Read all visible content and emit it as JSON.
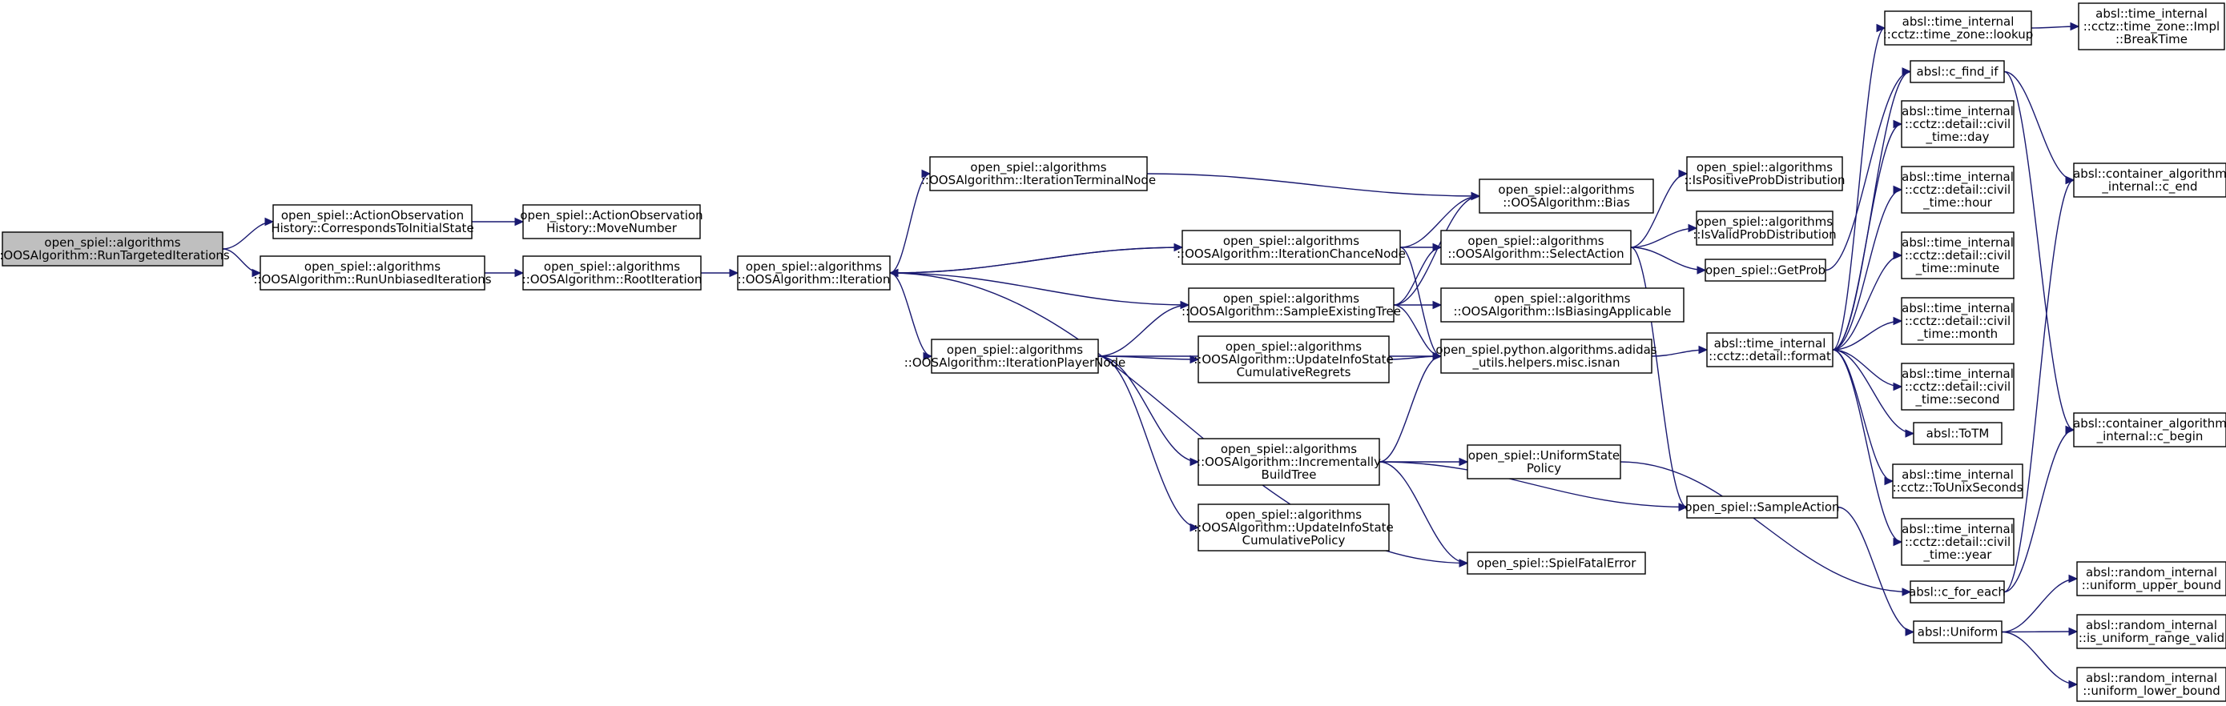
{
  "colors": {
    "edge": "#191970",
    "root_fill": "#bfbfbf",
    "node_fill": "#ffffff",
    "border": "#000000"
  },
  "nodes": [
    {
      "id": "root",
      "lines": [
        "open_spiel::algorithms",
        "::OOSAlgorithm::RunTargetedIterations"
      ],
      "root": true
    },
    {
      "id": "corresp",
      "lines": [
        "open_spiel::ActionObservation",
        "History::CorrespondsToInitialState"
      ]
    },
    {
      "id": "movenum",
      "lines": [
        "open_spiel::ActionObservation",
        "History::MoveNumber"
      ]
    },
    {
      "id": "unbiased",
      "lines": [
        "open_spiel::algorithms",
        "::OOSAlgorithm::RunUnbiasedIterations"
      ]
    },
    {
      "id": "rootiter",
      "lines": [
        "open_spiel::algorithms",
        "::OOSAlgorithm::RootIteration"
      ]
    },
    {
      "id": "iteration",
      "lines": [
        "open_spiel::algorithms",
        "::OOSAlgorithm::Iteration"
      ]
    },
    {
      "id": "terminal",
      "lines": [
        "open_spiel::algorithms",
        "::OOSAlgorithm::IterationTerminalNode"
      ]
    },
    {
      "id": "chance",
      "lines": [
        "open_spiel::algorithms",
        "::OOSAlgorithm::IterationChanceNode"
      ]
    },
    {
      "id": "sampleexist",
      "lines": [
        "open_spiel::algorithms",
        "::OOSAlgorithm::SampleExistingTree"
      ]
    },
    {
      "id": "player",
      "lines": [
        "open_spiel::algorithms",
        "::OOSAlgorithm::IterationPlayerNode"
      ]
    },
    {
      "id": "updregrets",
      "lines": [
        "open_spiel::algorithms",
        "::OOSAlgorithm::UpdateInfoState",
        "CumulativeRegrets"
      ]
    },
    {
      "id": "incbuild",
      "lines": [
        "open_spiel::algorithms",
        "::OOSAlgorithm::Incrementally",
        "BuildTree"
      ]
    },
    {
      "id": "updpolicy",
      "lines": [
        "open_spiel::algorithms",
        "::OOSAlgorithm::UpdateInfoState",
        "CumulativePolicy"
      ]
    },
    {
      "id": "bias",
      "lines": [
        "open_spiel::algorithms",
        "::OOSAlgorithm::Bias"
      ]
    },
    {
      "id": "selectaction",
      "lines": [
        "open_spiel::algorithms",
        "::OOSAlgorithm::SelectAction"
      ]
    },
    {
      "id": "isbiasing",
      "lines": [
        "open_spiel::algorithms",
        "::OOSAlgorithm::IsBiasingApplicable"
      ]
    },
    {
      "id": "isnan",
      "lines": [
        "open_spiel.python.algorithms.adidas",
        "_utils.helpers.misc.isnan"
      ]
    },
    {
      "id": "uniformpolicy",
      "lines": [
        "open_spiel::UniformState",
        "Policy"
      ]
    },
    {
      "id": "fatal",
      "lines": [
        "open_spiel::SpielFatalError"
      ]
    },
    {
      "id": "ispositive",
      "lines": [
        "open_spiel::algorithms",
        "::IsPositiveProbDistribution"
      ]
    },
    {
      "id": "isvalid",
      "lines": [
        "open_spiel::algorithms",
        "::IsValidProbDistribution"
      ]
    },
    {
      "id": "getprob",
      "lines": [
        "open_spiel::GetProb"
      ]
    },
    {
      "id": "sampleaction",
      "lines": [
        "open_spiel::SampleAction"
      ]
    },
    {
      "id": "format",
      "lines": [
        "absl::time_internal",
        "::cctz::detail::format"
      ]
    },
    {
      "id": "lookup",
      "lines": [
        "absl::time_internal",
        "::cctz::time_zone::lookup"
      ]
    },
    {
      "id": "breaktime",
      "lines": [
        "absl::time_internal",
        "::cctz::time_zone::Impl",
        "::BreakTime"
      ]
    },
    {
      "id": "cfindif",
      "lines": [
        "absl::c_find_if"
      ]
    },
    {
      "id": "day",
      "lines": [
        "absl::time_internal",
        "::cctz::detail::civil",
        "_time::day"
      ]
    },
    {
      "id": "hour",
      "lines": [
        "absl::time_internal",
        "::cctz::detail::civil",
        "_time::hour"
      ]
    },
    {
      "id": "minute",
      "lines": [
        "absl::time_internal",
        "::cctz::detail::civil",
        "_time::minute"
      ]
    },
    {
      "id": "month",
      "lines": [
        "absl::time_internal",
        "::cctz::detail::civil",
        "_time::month"
      ]
    },
    {
      "id": "second",
      "lines": [
        "absl::time_internal",
        "::cctz::detail::civil",
        "_time::second"
      ]
    },
    {
      "id": "totm",
      "lines": [
        "absl::ToTM"
      ]
    },
    {
      "id": "tounix",
      "lines": [
        "absl::time_internal",
        "::cctz::ToUnixSeconds"
      ]
    },
    {
      "id": "year",
      "lines": [
        "absl::time_internal",
        "::cctz::detail::civil",
        "_time::year"
      ]
    },
    {
      "id": "cforeach",
      "lines": [
        "absl::c_for_each"
      ]
    },
    {
      "id": "uniform",
      "lines": [
        "absl::Uniform"
      ]
    },
    {
      "id": "cend",
      "lines": [
        "absl::container_algorithm",
        "_internal::c_end"
      ]
    },
    {
      "id": "cbegin",
      "lines": [
        "absl::container_algorithm",
        "_internal::c_begin"
      ]
    },
    {
      "id": "upperbound",
      "lines": [
        "absl::random_internal",
        "::uniform_upper_bound"
      ]
    },
    {
      "id": "rangevalid",
      "lines": [
        "absl::random_internal",
        "::is_uniform_range_valid"
      ]
    },
    {
      "id": "lowerbound",
      "lines": [
        "absl::random_internal",
        "::uniform_lower_bound"
      ]
    }
  ],
  "edges": [
    [
      "root",
      "corresp"
    ],
    [
      "root",
      "unbiased"
    ],
    [
      "corresp",
      "movenum"
    ],
    [
      "unbiased",
      "rootiter"
    ],
    [
      "rootiter",
      "iteration"
    ],
    [
      "iteration",
      "terminal"
    ],
    [
      "iteration",
      "chance"
    ],
    [
      "iteration",
      "player"
    ],
    [
      "iteration",
      "fatal"
    ],
    [
      "terminal",
      "bias"
    ],
    [
      "chance",
      "iteration"
    ],
    [
      "chance",
      "bias"
    ],
    [
      "chance",
      "selectaction"
    ],
    [
      "chance",
      "isnan"
    ],
    [
      "sampleexist",
      "iteration"
    ],
    [
      "sampleexist",
      "bias"
    ],
    [
      "sampleexist",
      "selectaction"
    ],
    [
      "sampleexist",
      "isbiasing"
    ],
    [
      "sampleexist",
      "isnan"
    ],
    [
      "player",
      "sampleexist"
    ],
    [
      "player",
      "updregrets"
    ],
    [
      "player",
      "incbuild"
    ],
    [
      "player",
      "updpolicy"
    ],
    [
      "player",
      "isnan"
    ],
    [
      "updregrets",
      "isnan"
    ],
    [
      "incbuild",
      "isnan"
    ],
    [
      "incbuild",
      "uniformpolicy"
    ],
    [
      "incbuild",
      "sampleaction"
    ],
    [
      "incbuild",
      "fatal"
    ],
    [
      "uniformpolicy",
      "cforeach"
    ],
    [
      "selectaction",
      "ispositive"
    ],
    [
      "selectaction",
      "isvalid"
    ],
    [
      "selectaction",
      "getprob"
    ],
    [
      "selectaction",
      "sampleaction"
    ],
    [
      "isnan",
      "format"
    ],
    [
      "getprob",
      "cfindif"
    ],
    [
      "sampleaction",
      "uniform"
    ],
    [
      "format",
      "lookup"
    ],
    [
      "format",
      "day"
    ],
    [
      "format",
      "hour"
    ],
    [
      "format",
      "minute"
    ],
    [
      "format",
      "month"
    ],
    [
      "format",
      "second"
    ],
    [
      "format",
      "totm"
    ],
    [
      "format",
      "tounix"
    ],
    [
      "format",
      "year"
    ],
    [
      "format",
      "cfindif"
    ],
    [
      "lookup",
      "breaktime"
    ],
    [
      "cfindif",
      "cend"
    ],
    [
      "cfindif",
      "cbegin"
    ],
    [
      "cforeach",
      "cend"
    ],
    [
      "cforeach",
      "cbegin"
    ],
    [
      "uniform",
      "upperbound"
    ],
    [
      "uniform",
      "rangevalid"
    ],
    [
      "uniform",
      "lowerbound"
    ]
  ]
}
